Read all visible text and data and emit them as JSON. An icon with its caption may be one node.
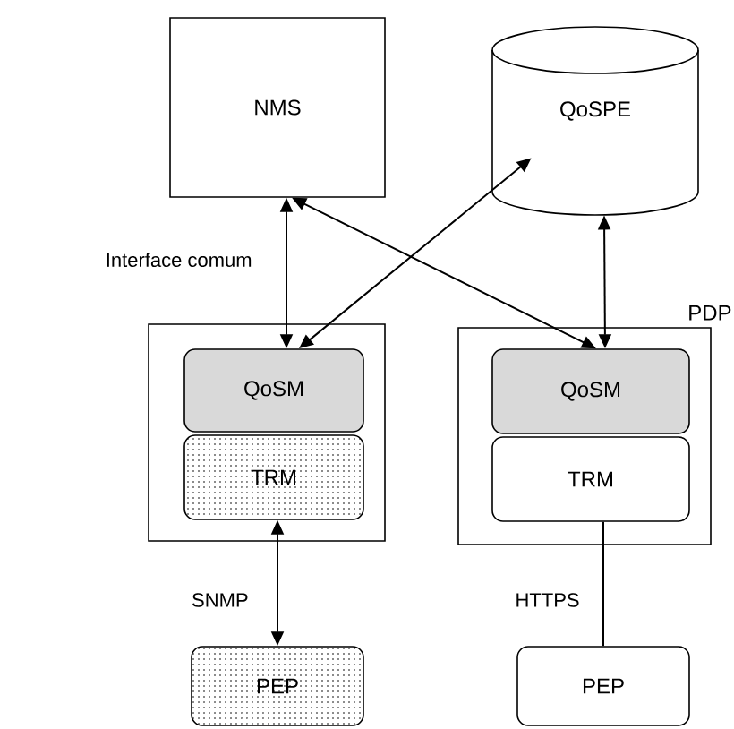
{
  "diagram": {
    "nodes": [
      {
        "text": [
          "NMS"
        ]
      },
      {
        "text": [
          "QoSPE"
        ]
      },
      {
        "text": [],
        "shape": "box"
      },
      {
        "text": [
          "QoSM"
        ],
        "in": 2
      },
      {
        "text": [
          "TRM"
        ],
        "in": 2
      },
      {
        "text": [
          "PDP"
        ]
      },
      {
        "text": [
          "QoSM"
        ],
        "in": 5
      },
      {
        "text": [
          "TRM"
        ],
        "in": 5
      },
      {
        "text": [
          "PEP"
        ]
      },
      {
        "text": [
          "PEP"
        ]
      }
    ],
    "edges": [
      {
        "from": 0,
        "to": 3,
        "arrow": "both",
        "label": "Interface comum"
      },
      {
        "from": 0,
        "to": 6,
        "arrow": "both"
      },
      {
        "from": 3,
        "to": 1,
        "arrow": "both"
      },
      {
        "from": 1,
        "to": 6,
        "arrow": "both"
      },
      {
        "from": 4,
        "to": 8,
        "arrow": "both",
        "label": "SNMP"
      },
      {
        "from": 7,
        "to": 9,
        "arrow": "none",
        "label": "HTTPS"
      }
    ]
  }
}
